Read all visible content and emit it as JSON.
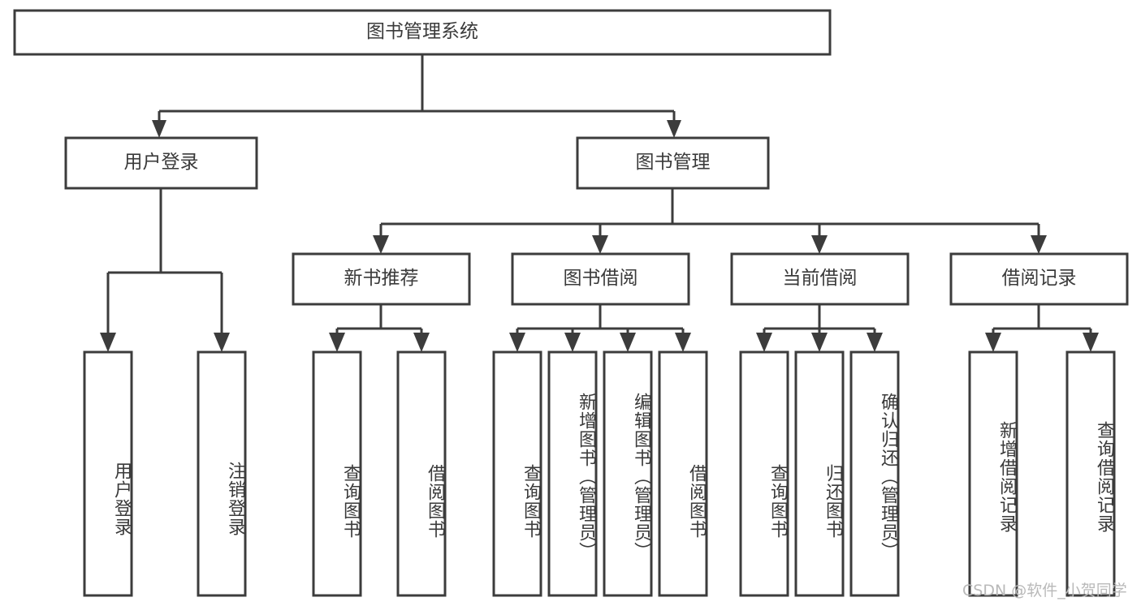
{
  "diagram": {
    "title": "图书管理系统",
    "type": "tree-hierarchy",
    "root": {
      "label": "图书管理系统"
    },
    "level2": [
      {
        "label": "用户登录"
      },
      {
        "label": "图书管理"
      }
    ],
    "level3": [
      {
        "label": "新书推荐"
      },
      {
        "label": "图书借阅"
      },
      {
        "label": "当前借阅"
      },
      {
        "label": "借阅记录"
      }
    ],
    "leaves": {
      "user_login": [
        {
          "label": "用户登录"
        },
        {
          "label": "注销登录"
        }
      ],
      "new_book_recommend": [
        {
          "label": "查询图书"
        },
        {
          "label": "借阅图书"
        }
      ],
      "book_borrow": [
        {
          "label": "查询图书"
        },
        {
          "label": "新增图书（管理员）"
        },
        {
          "label": "编辑图书（管理员）"
        },
        {
          "label": "借阅图书"
        }
      ],
      "current_borrow": [
        {
          "label": "查询图书"
        },
        {
          "label": "归还图书"
        },
        {
          "label": "确认归还（管理员）"
        }
      ],
      "borrow_record": [
        {
          "label": "新增借阅记录"
        },
        {
          "label": "查询借阅记录"
        }
      ]
    }
  },
  "watermark": {
    "text": "CSDN @软件_小贺同学"
  },
  "colors": {
    "stroke": "#3c3c3c",
    "text": "#3a3a3a",
    "background": "#ffffff",
    "watermark": "#b9b9b9"
  }
}
